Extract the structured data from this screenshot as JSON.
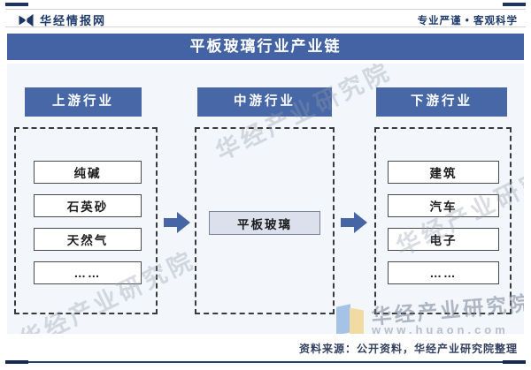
{
  "header": {
    "brand": "华经情报网",
    "slogan": "专业严谨 • 客观科学"
  },
  "title": "平板玻璃行业产业链",
  "diagram": {
    "columns": [
      {
        "header": "上游行业",
        "items": [
          "纯碱",
          "石英砂",
          "天然气",
          "……"
        ]
      },
      {
        "header": "中游行业",
        "items": [
          "平板玻璃"
        ]
      },
      {
        "header": "下游行业",
        "items": [
          "建筑",
          "汽车",
          "电子",
          "……"
        ]
      }
    ]
  },
  "watermark": {
    "text": "华经产业研究院",
    "url": "www.huaon.com"
  },
  "footer": {
    "source": "资料来源：公开资料，华经产业研究院整理"
  },
  "colors": {
    "accent_blue": "#4363a4",
    "header_blue": "#4767a6",
    "navy": "#1d3563",
    "panel_bg": "#f3f6fa",
    "mid_item_bg": "#dbe0ec",
    "item_border": "#4a4a4a"
  }
}
